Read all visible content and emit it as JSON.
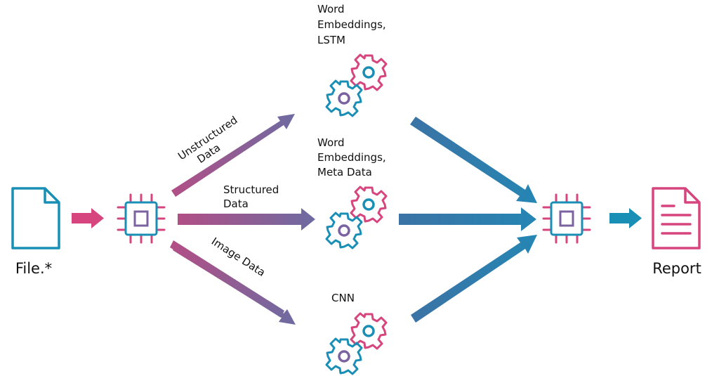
{
  "nodes": {
    "input_file": {
      "label": "File.*"
    },
    "output_report": {
      "label": "Report"
    }
  },
  "edges": {
    "unstructured": {
      "line1": "Unstructured",
      "line2": "Data"
    },
    "structured": {
      "line1": "Structured",
      "line2": "Data"
    },
    "image": {
      "line1": "Image Data"
    }
  },
  "models": {
    "text_model": {
      "line1": "Word",
      "line2": "Embeddings,",
      "line3": "LSTM"
    },
    "meta_model": {
      "line1": "Word",
      "line2": "Embeddings,",
      "line3": "Meta Data"
    },
    "image_model": {
      "line1": "CNN"
    }
  },
  "colors": {
    "pink": "#d6457d",
    "purple": "#7b62a0",
    "blue": "#1a8fb5",
    "steel_blue": "#2f7fa8"
  }
}
